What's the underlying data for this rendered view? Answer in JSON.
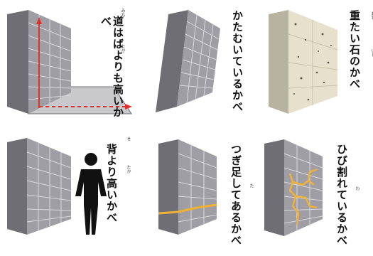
{
  "panels": [
    {
      "id": "tall-wall",
      "label": "道はばよりも高いかべ",
      "ruby": [
        "みち",
        "たか"
      ]
    },
    {
      "id": "leaning-wall",
      "label": "かたむいているかべ",
      "ruby": []
    },
    {
      "id": "heavy-stone-wall",
      "label": "重たい石のかべ",
      "ruby": [
        "おも",
        "いし"
      ]
    },
    {
      "id": "wall-taller-than-person",
      "label": "背より高いかべ",
      "ruby": [
        "せ",
        "たか"
      ]
    },
    {
      "id": "patched-wall",
      "label": "つぎ足してあるかべ",
      "ruby": [
        "た"
      ]
    },
    {
      "id": "cracked-wall",
      "label": "ひび割れているかべ",
      "ruby": [
        "わ"
      ]
    }
  ],
  "colors": {
    "wall_front": "#9e9ea4",
    "wall_side": "#6e6e74",
    "wall_top": "#b9b9bf",
    "grid": "#d8d8dc",
    "stone": "#e6e0cc",
    "arrow": "#e0312c",
    "crack": "#f2b134",
    "person": "#111111"
  }
}
